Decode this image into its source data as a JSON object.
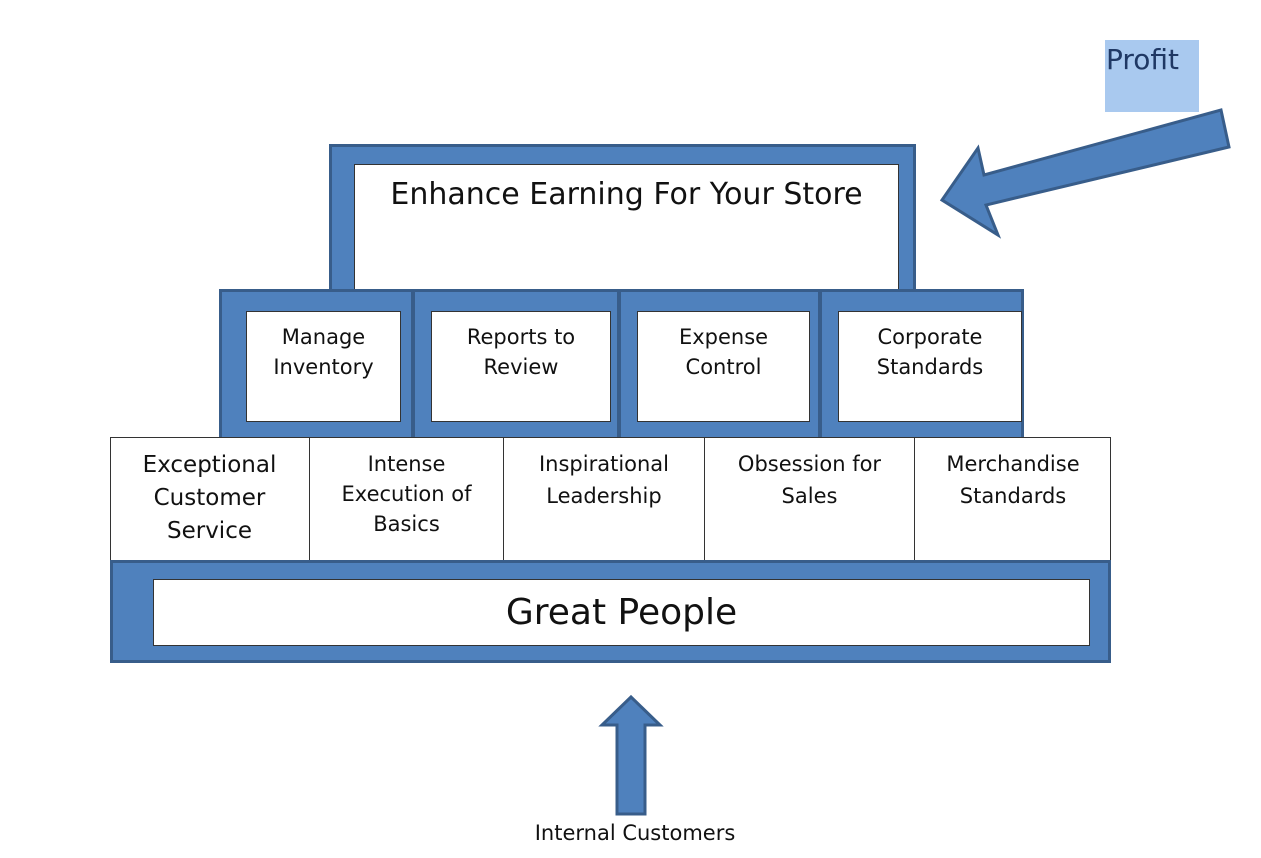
{
  "profit": {
    "label": "Profit"
  },
  "top": {
    "title": "Enhance Earning For Your Store"
  },
  "pillars": [
    {
      "label": "Manage\nInventory"
    },
    {
      "label": "Reports to\nReview"
    },
    {
      "label": "Expense\nControl"
    },
    {
      "label": "Corporate\nStandards"
    }
  ],
  "values": [
    {
      "label": "Exceptional\nCustomer\nService"
    },
    {
      "label": "Intense\nExecution of\nBasics"
    },
    {
      "label": "Inspirational\nLeadership"
    },
    {
      "label": "Obsession for\nSales"
    },
    {
      "label": "Merchandise\nStandards"
    }
  ],
  "foundation": {
    "label": "Great People"
  },
  "bottom": {
    "label": "Internal Customers"
  },
  "colors": {
    "blue": "#4f81bd",
    "blue_border": "#385d8a",
    "profit_box": "#a9c9ef"
  }
}
